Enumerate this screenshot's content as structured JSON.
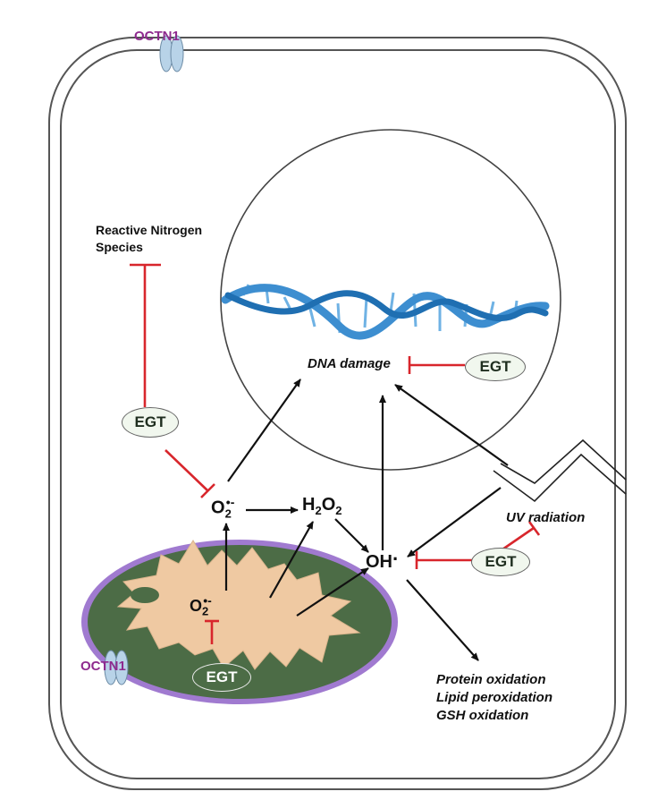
{
  "labels": {
    "octn1_top": "OCTN1",
    "octn1_bottom": "OCTN1",
    "rns_line1": "Reactive Nitrogen",
    "rns_line2": "Species",
    "dna_damage": "DNA damage",
    "uv_radiation": "UV radiation",
    "oh_radical": "OH",
    "h2o2_h": "H",
    "h2o2_sub1": "2",
    "h2o2_o": "O",
    "h2o2_sub2": "2",
    "superoxide_o": "O",
    "superoxide_sub": "2",
    "superoxide_charge": "•-",
    "outcomes": [
      "Protein oxidation",
      "Lipid peroxidation",
      "GSH oxidation"
    ]
  },
  "egt_nodes": {
    "dna": "EGT",
    "rns": "EGT",
    "uv": "EGT",
    "mito": "EGT"
  },
  "colors": {
    "inhibit": "#d8262c",
    "arrow": "#111111",
    "membrane": "#555555",
    "mito_outer": "#a07ad0",
    "mito_matrix": "#4c6c46",
    "cristae": "#efc9a2",
    "transporter": "#b8d3e8",
    "dna_strand": "#3d8ed0"
  }
}
